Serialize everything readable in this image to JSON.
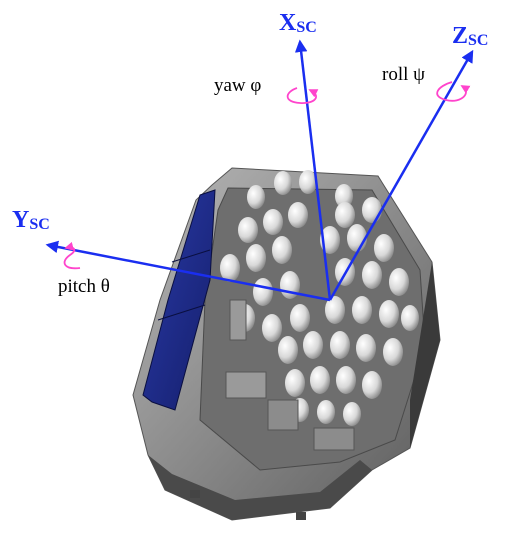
{
  "axes": {
    "x": {
      "main": "X",
      "sub": "SC"
    },
    "y": {
      "main": "Y",
      "sub": "SC"
    },
    "z": {
      "main": "Z",
      "sub": "SC"
    }
  },
  "rotations": {
    "yaw": "yaw φ",
    "roll": "roll ψ",
    "pitch": "pitch θ"
  },
  "colors": {
    "axis": "#1a2ef0",
    "rotation_arrow": "#ff44cc",
    "solar_panel": "#1c2a8c",
    "body": "#8c8c8c",
    "body_shadow": "#3a3a3a",
    "camera_lens": "#e0e0e0",
    "label_text": "#000000"
  }
}
